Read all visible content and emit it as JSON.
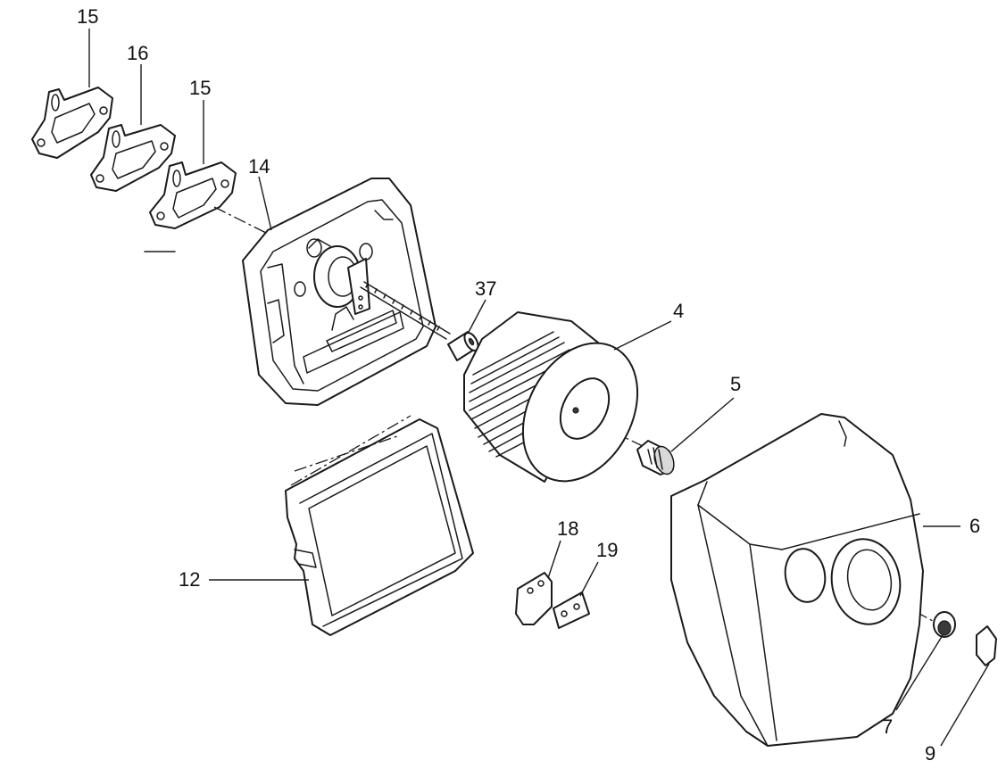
{
  "callouts": {
    "c15a": "15",
    "c16": "16",
    "c15b": "15",
    "c14": "14",
    "c37": "37",
    "c4": "4",
    "c5": "5",
    "c6": "6",
    "c12": "12",
    "c18": "18",
    "c19": "19",
    "c7": "7",
    "c9": "9"
  },
  "colors": {
    "line": "#1a1a1a",
    "background": "#ffffff",
    "shade": "#d9d9d9"
  }
}
